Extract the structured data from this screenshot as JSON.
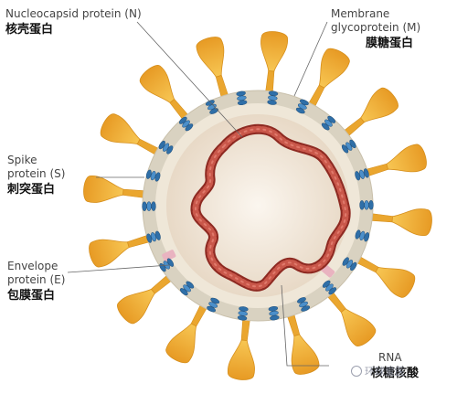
{
  "labels": {
    "nucleocapsid": {
      "en": "Nucleocapsid protein (N)",
      "zh": "核壳蛋白"
    },
    "membrane": {
      "en1": "Membrane",
      "en2": "glycoprotein (M)",
      "zh": "膜糖蛋白"
    },
    "spike": {
      "en1": "Spike",
      "en2": "protein (S)",
      "zh": "刺突蛋白"
    },
    "envelope": {
      "en1": "Envelope",
      "en2": "protein (E)",
      "zh": "包膜蛋白"
    },
    "rna": {
      "en": "RNA",
      "zh": "核糖核酸"
    }
  },
  "watermark": "环球爱医",
  "colors": {
    "spike": "#f3b23c",
    "spike_edge": "#d68f1c",
    "envelope_ring": "#ddd6c6",
    "envelope_inner": "#f3ecdf",
    "core": "#f0e4d6",
    "rna": "#c0463c",
    "rna_dark": "#8e2a22",
    "membrane_protein": "#2f6fa8",
    "envelope_protein": "#e6b0bd"
  },
  "icons": [
    "wechat-icon"
  ]
}
